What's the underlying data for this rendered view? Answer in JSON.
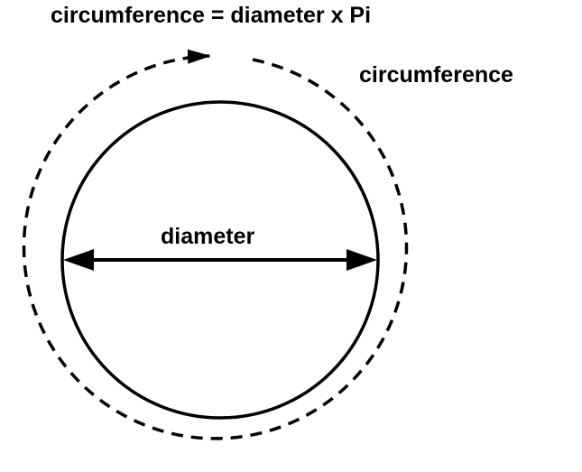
{
  "title": "circumference = diameter x Pi",
  "labels": {
    "circumference": "circumference",
    "diameter": "diameter"
  },
  "colors": {
    "stroke": "#000000",
    "background": "#ffffff"
  }
}
